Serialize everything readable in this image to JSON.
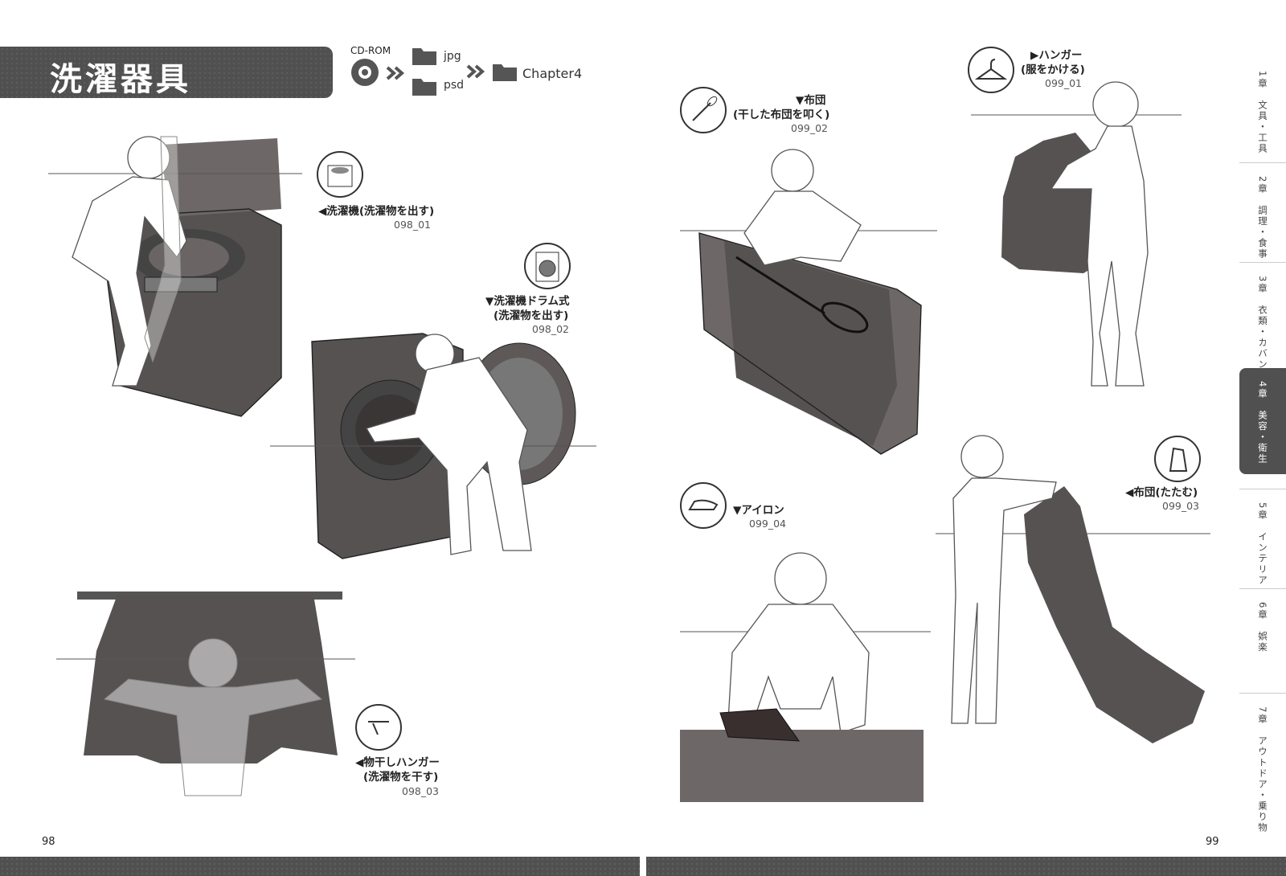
{
  "title": "洗濯器具",
  "path": {
    "cdrom": "CD-ROM",
    "folder1": "jpg",
    "folder2": "psd",
    "folder3": "Chapter4"
  },
  "items": [
    {
      "caption": "◀洗濯機(洗濯物を出す)",
      "code": "098_01"
    },
    {
      "caption_line1": "▼洗濯機ドラム式",
      "caption_line2": "(洗濯物を出す)",
      "code": "098_02"
    },
    {
      "caption_line1": "◀物干しハンガー",
      "caption_line2": "(洗濯物を干す)",
      "code": "098_03"
    },
    {
      "caption_line1": "▼布団",
      "caption_line2": "(干した布団を叩く)",
      "code": "099_02"
    },
    {
      "caption_line1": "▶ハンガー",
      "caption_line2": "(服をかける)",
      "code": "099_01"
    },
    {
      "caption": "▼アイロン",
      "code": "099_04"
    },
    {
      "caption": "◀布団(たたむ)",
      "code": "099_03"
    }
  ],
  "page_left": "98",
  "page_right": "99",
  "chapters": [
    {
      "num": "1章",
      "label": "文具・工具"
    },
    {
      "num": "2章",
      "label": "調理・食事"
    },
    {
      "num": "3章",
      "label": "衣類・カバン"
    },
    {
      "num": "4章",
      "label": "美容・衛生"
    },
    {
      "num": "5章",
      "label": "インテリア"
    },
    {
      "num": "6章",
      "label": "娯楽"
    },
    {
      "num": "7章",
      "label": "アウトドア・乗り物"
    }
  ],
  "active_chapter": "4章",
  "icons": [
    "cd-icon",
    "folder-icon",
    "double-chevron-icon",
    "washing-machine-icon",
    "drum-washer-icon",
    "drying-hanger-icon",
    "futon-beater-icon",
    "hanger-icon",
    "iron-icon",
    "folded-futon-icon"
  ],
  "colors": {
    "banner": "#505050",
    "object_fill": "#575252",
    "text": "#222222"
  }
}
